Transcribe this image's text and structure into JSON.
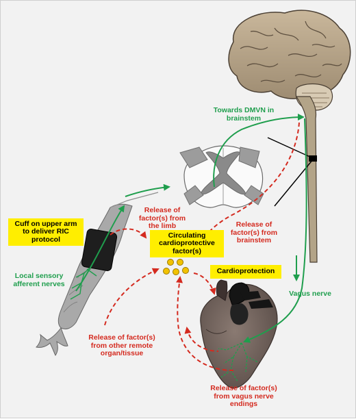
{
  "colors": {
    "neural_pathway": "#1f9e4d",
    "humoral_pathway": "#d42a1f",
    "highlight_box": "#ffee00",
    "factor_dot": "#f2c200",
    "background": "#f2f2f2"
  },
  "labels": {
    "towards_dmvn": "Towards DMVN in\nbrainstem",
    "release_limb": "Release of\nfactor(s) from\nthe limb",
    "release_brainstem": "Release of\nfactor(s) from\nbrainstem",
    "local_sensory": "Local sensory\nafferent nerves",
    "vagus_nerve": "Vagus nerve",
    "release_remote": "Release of factor(s)\nfrom other remote\norgan/tissue",
    "release_vagus_endings": "Release of factor(s)\nfrom vagus nerve\nendings"
  },
  "boxes": {
    "cuff": "Cuff on upper arm\nto deliver RIC\nprotocol",
    "circulating": "Circulating\ncardioprotective\nfactor(s)",
    "cardioprotection": "Cardioprotection"
  },
  "icons": [
    "brain-icon",
    "spinal-cord-section-icon",
    "arm-icon",
    "blood-pressure-cuff-icon",
    "heart-icon",
    "factor-dots-icon"
  ]
}
